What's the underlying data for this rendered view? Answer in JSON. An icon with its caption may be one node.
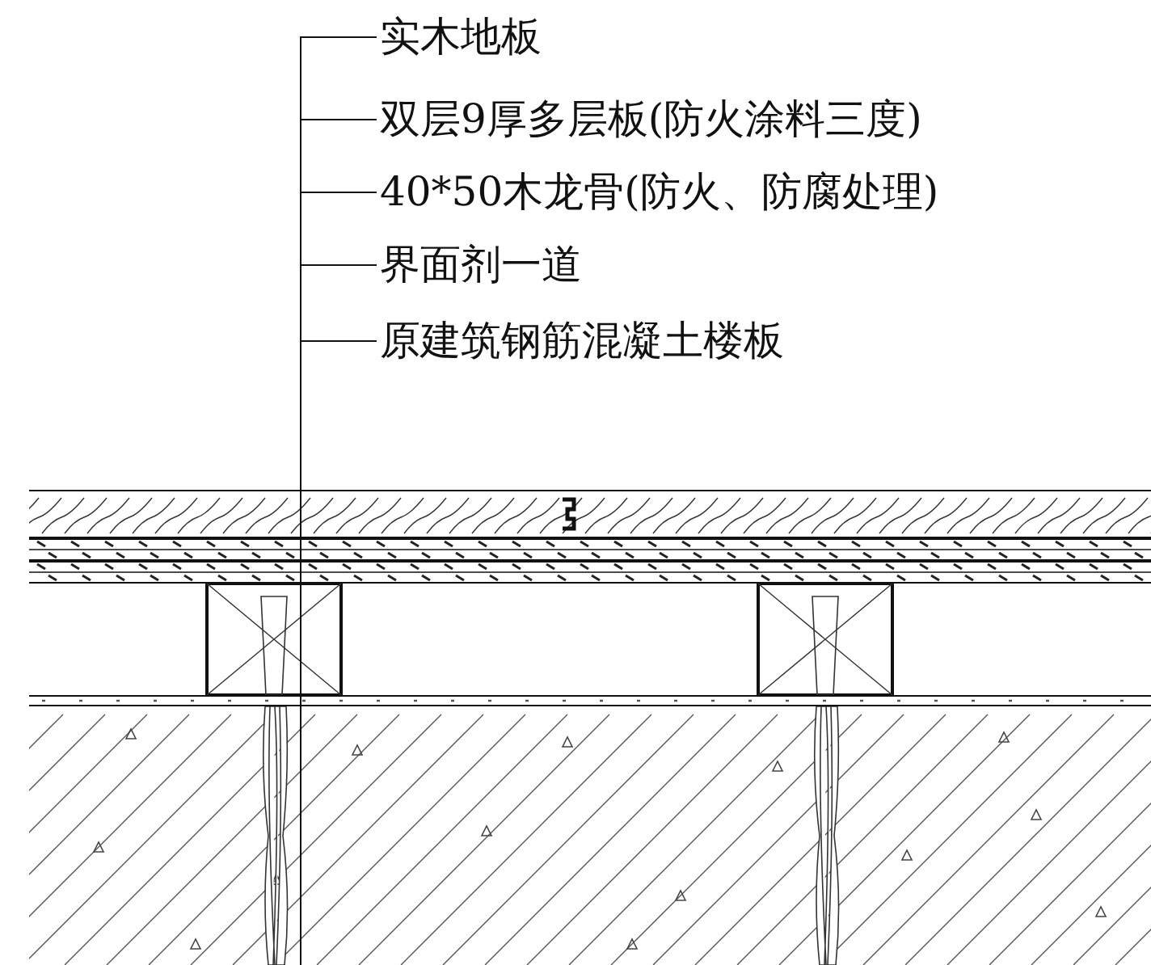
{
  "diagram": {
    "nodes": [
      {
        "text": [
          "实木地板"
        ]
      },
      {
        "text": [
          "双层9厚多层板(防火涂料三度)"
        ]
      },
      {
        "text": [
          "40*50木龙骨(防火、防腐处理)"
        ]
      },
      {
        "text": [
          "界面剂一道"
        ]
      },
      {
        "text": [
          "原建筑钢筋混凝土楼板"
        ]
      },
      {
        "text": [],
        "shape": "bar"
      },
      {
        "text": [],
        "shape": "bar"
      },
      {
        "text": [],
        "shape": "box"
      },
      {
        "text": [],
        "shape": "box"
      },
      {
        "text": [],
        "shape": "bar"
      },
      {
        "text": [],
        "shape": "bar"
      }
    ],
    "edges": [
      {
        "from": 0,
        "to": 5,
        "arrow": "none"
      },
      {
        "from": 1,
        "to": 6,
        "arrow": "none"
      },
      {
        "from": 2,
        "to": 7,
        "arrow": "none"
      },
      {
        "from": 3,
        "to": 9,
        "arrow": "none"
      },
      {
        "from": 4,
        "to": 10,
        "arrow": "none"
      }
    ]
  }
}
